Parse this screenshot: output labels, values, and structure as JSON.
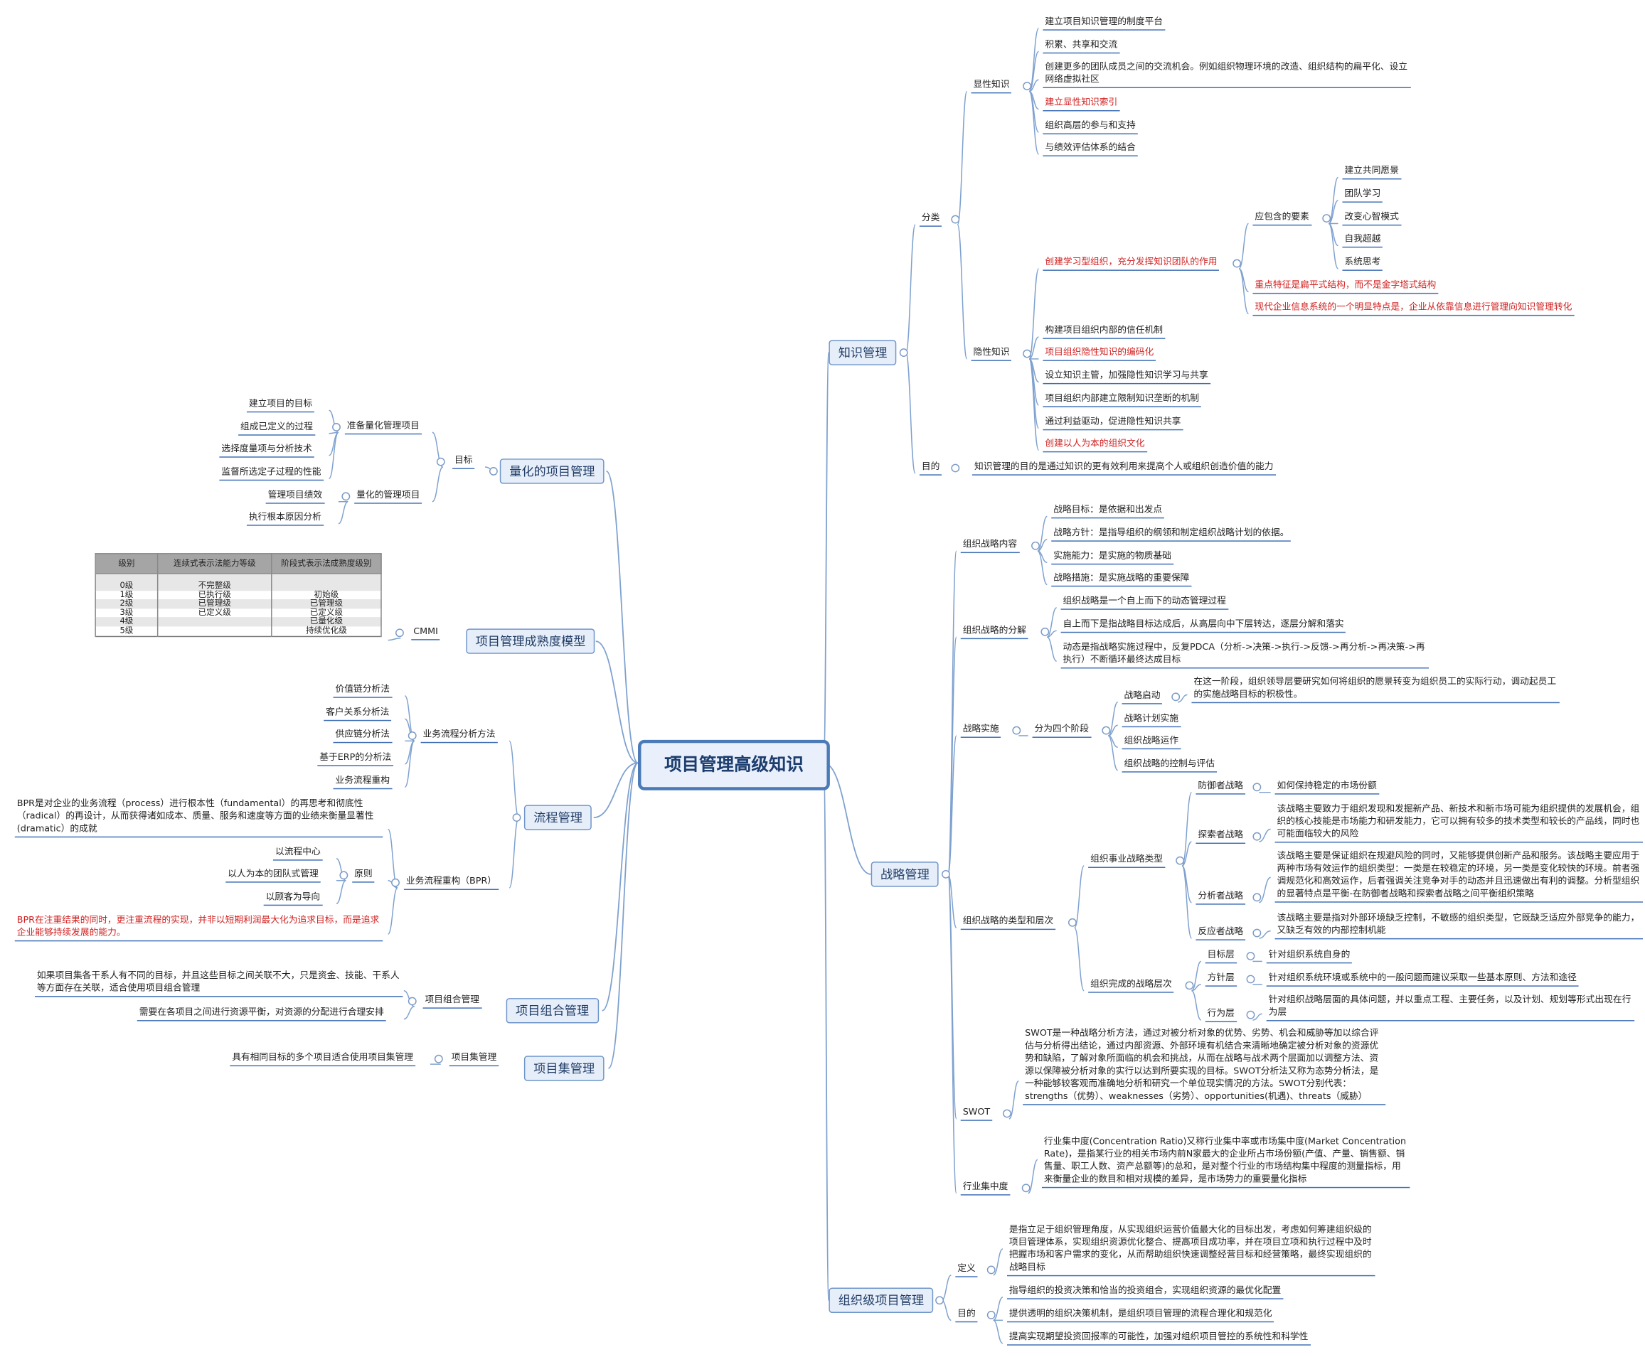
{
  "root": "项目管理高级知识",
  "knowledge": {
    "title": "知识管理",
    "classify": "分类",
    "explicit": {
      "label": "显性知识",
      "items": [
        "建立项目知识管理的制度平台",
        "积累、共享和交流",
        "创建更多的团队成员之间的交流机会。例如组织物理环境的改造、组织结构的扁平化、设立网络虚拟社区",
        "建立显性知识索引",
        "组织高层的参与和支持",
        "与绩效评估体系的结合"
      ]
    },
    "tacit": {
      "label": "隐性知识",
      "learning_org": "创建学习型组织，充分发挥知识团队的作用",
      "elements_label": "应包含的要素",
      "elements": [
        "建立共同愿景",
        "团队学习",
        "改变心智模式",
        "自我超越",
        "系统思考"
      ],
      "feature": "重点特征是扁平式结构，而不是金字塔式结构",
      "modern": "现代企业信息系统的一个明显特点是，企业从依靠信息进行管理向知识管理转化",
      "items": [
        "构建项目组织内部的信任机制",
        "项目组织隐性知识的编码化",
        "设立知识主管，加强隐性知识学习与共享",
        "项目组织内部建立限制知识垄断的机制",
        "通过利益驱动，促进隐性知识共享",
        "创建以人为本的组织文化"
      ]
    },
    "purpose_label": "目的",
    "purpose": "知识管理的目的是通过知识的更有效利用来提高个人或组织创造价值的能力"
  },
  "strategy": {
    "title": "战略管理",
    "content": {
      "label": "组织战略内容",
      "items": [
        "战略目标：是依据和出发点",
        "战略方针：是指导组织的纲领和制定组织战略计划的依据。",
        "实施能力：是实施的物质基础",
        "战略措施：是实施战略的重要保障"
      ]
    },
    "decompose": {
      "label": "组织战略的分解",
      "items": [
        "组织战略是一个自上而下的动态管理过程",
        "自上而下是指战略目标达成后，从高层向中下层转达，逐层分解和落实",
        "动态是指战略实施过程中，反复PDCA（分析->决策->执行->反馈->再分析->再决策->再执行）不断循环最终达成目标"
      ]
    },
    "implement": {
      "label": "战略实施",
      "phases_label": "分为四个阶段",
      "launch_label": "战略启动",
      "launch_text": "在这一阶段，组织领导层要研究如何将组织的愿景转变为组织员工的实际行动，调动起员工的实施战略目标的积极性。",
      "items": [
        "战略计划实施",
        "组织战略运作",
        "组织战略的控制与评估"
      ]
    },
    "types": {
      "label": "组织战略的类型和层次",
      "biz_label": "组织事业战略类型",
      "defender": "防御者战略",
      "defender_text": "如何保持稳定的市场份额",
      "prospector": "探索者战略",
      "prospector_text": "该战略主要致力于组织发现和发掘新产品、新技术和新市场可能为组织提供的发展机会，组织的核心技能是市场能力和研发能力，它可以拥有较多的技术类型和较长的产品线，同时也可能面临较大的风险",
      "analyzer": "分析者战略",
      "analyzer_text": "该战略主要是保证组织在规避风险的同时，又能够提供创新产品和服务。该战略主要应用于两种市场有效运作的组织类型：一类是在较稳定的环境，另一类是变化较快的环境。前者强调规范化和高效运作，后者强调关注竞争对手的动态并且迅速做出有利的调整。分析型组织的显著特点是平衡-在防御者战略和探索者战略之间平衡组织策略",
      "reactor": "反应者战略",
      "reactor_text": "该战略主要是指对外部环境缺乏控制，不敏感的组织类型，它既缺乏适应外部竞争的能力，又缺乏有效的内部控制机能",
      "levels_label": "组织完成的战略层次",
      "goal_layer": "目标层",
      "goal_layer_text": "针对组织系统自身的",
      "policy_layer": "方针层",
      "policy_layer_text": "针对组织系统环境或系统中的一般问题而建议采取一些基本原则、方法和途径",
      "action_layer": "行为层",
      "action_layer_text": "针对组织战略层面的具体问题，并以重点工程、主要任务，以及计划、规划等形式出现在行为层"
    },
    "swot_label": "SWOT",
    "swot_text": "SWOT是一种战略分析方法，通过对被分析对象的优势、劣势、机会和威胁等加以综合评估与分析得出结论，通过内部资源、外部环境有机结合来清晰地确定被分析对象的资源优势和缺陷，了解对象所面临的机会和挑战，从而在战略与战术两个层面加以调整方法、资源以保障被分析对象的实行以达到所要实现的目标。SWOT分析法又称为态势分析法，是一种能够较客观而准确地分析和研究一个单位现实情况的方法。SWOT分别代表：strengths（优势）、weaknesses（劣势）、opportunities(机遇)、threats（威胁）",
    "conc_label": "行业集中度",
    "conc_text": "行业集中度(Concentration Ratio)又称行业集中率或市场集中度(Market Concentration Rate)，是指某行业的相关市场内前N家最大的企业所占市场份额(产值、产量、销售额、销售量、职工人数、资产总额等)的总和，是对整个行业的市场结构集中程度的测量指标，用来衡量企业的数目和相对规模的差异，是市场势力的重要量化指标"
  },
  "org_pm": {
    "title": "组织级项目管理",
    "def_label": "定义",
    "def_text": "是指立足于组织管理角度，从实现组织运营价值最大化的目标出发，考虑如何筹建组织级的项目管理体系，实现组织资源优化整合、提高项目成功率，并在项目立项和执行过程中及时把握市场和客户需求的变化，从而帮助组织快速调整经营目标和经营策略，最终实现组织的战略目标",
    "purpose_label": "目的",
    "purposes": [
      "指导组织的投资决策和恰当的投资组合，实现组织资源的最优化配置",
      "提供透明的组织决策机制，是组织项目管理的流程合理化和规范化",
      "提高实现期望投资回报率的可能性，加强对组织项目管控的系统性和科学性"
    ]
  },
  "quant": {
    "title": "量化的项目管理",
    "goal": "目标",
    "prepare": "准备量化管理项目",
    "prepare_items": [
      "建立项目的目标",
      "组成已定义的过程",
      "选择度量项与分析技术",
      "监督所选定子过程的性能"
    ],
    "manage": "量化的管理项目",
    "manage_items": [
      "管理项目绩效",
      "执行根本原因分析"
    ]
  },
  "maturity": {
    "title": "项目管理成熟度模型",
    "cmmi": "CMMI",
    "headers": [
      "级别",
      "连续式表示法能力等级",
      "阶段式表示法成熟度级别"
    ],
    "rows": [
      [
        "0级",
        "不完整级",
        ""
      ],
      [
        "1级",
        "已执行级",
        "初始级"
      ],
      [
        "2级",
        "已管理级",
        "已管理级"
      ],
      [
        "3级",
        "已定义级",
        "已定义级"
      ],
      [
        "4级",
        "",
        "已量化级"
      ],
      [
        "5级",
        "",
        "持续优化级"
      ]
    ]
  },
  "process": {
    "title": "流程管理",
    "methods_label": "业务流程分析方法",
    "methods": [
      "价值链分析法",
      "客户关系分析法",
      "供应链分析法",
      "基于ERP的分析法",
      "业务流程重构"
    ],
    "bpr_label": "业务流程重构（BPR）",
    "bpr_desc": "BPR是对企业的业务流程（process）进行根本性（fundamental）的再思考和彻底性（radical）的再设计，从而获得诸如成本、质量、服务和速度等方面的业绩来衡量显著性(dramatic）的成就",
    "principle_label": "原则",
    "principles": [
      "以流程中心",
      "以人为本的团队式管理",
      "以顾客为导向"
    ],
    "bpr_note": "BPR在注重结果的同时，更注重流程的实现，并非以短期利润最大化为追求目标，而是追求企业能够持续发展的能力。"
  },
  "portfolio": {
    "title": "项目组合管理",
    "label": "项目组合管理",
    "items": [
      "如果项目集各干系人有不同的目标，并且这些目标之间关联不大，只是资金、技能、干系人等方面存在关联，适合使用项目组合管理",
      "需要在各项目之间进行资源平衡，对资源的分配进行合理安排"
    ]
  },
  "program": {
    "title": "项目集管理",
    "label": "项目集管理",
    "text": "具有相同目标的多个项目适合使用项目集管理"
  },
  "colors": {
    "line": "#7ea1cf",
    "underline": "#3f6fb5",
    "red": "#d11f1f",
    "topic_fill": "#e6eefa"
  }
}
